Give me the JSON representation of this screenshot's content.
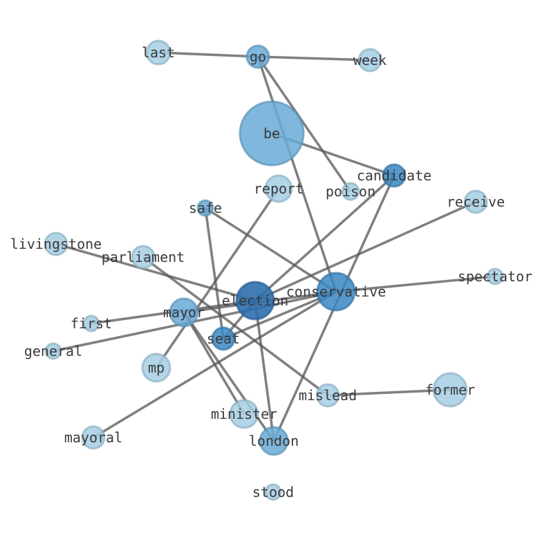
{
  "graph": {
    "nodes": [
      {
        "id": "last",
        "label": "last",
        "shade": "light",
        "weight": 1
      },
      {
        "id": "go",
        "label": "go",
        "shade": "mid",
        "weight": 1
      },
      {
        "id": "week",
        "label": "week",
        "shade": "light",
        "weight": 1
      },
      {
        "id": "be",
        "label": "be",
        "shade": "mid",
        "weight": 8
      },
      {
        "id": "candidate",
        "label": "candidate",
        "shade": "dark",
        "weight": 1
      },
      {
        "id": "report",
        "label": "report",
        "shade": "light",
        "weight": 2
      },
      {
        "id": "poison",
        "label": "poison",
        "shade": "light",
        "weight": 1
      },
      {
        "id": "safe",
        "label": "safe",
        "shade": "mid",
        "weight": 1
      },
      {
        "id": "receive",
        "label": "receive",
        "shade": "light",
        "weight": 1
      },
      {
        "id": "livingstone",
        "label": "livingstone",
        "shade": "light",
        "weight": 1
      },
      {
        "id": "parliament",
        "label": "parliament",
        "shade": "light",
        "weight": 1
      },
      {
        "id": "conservative",
        "label": "conservative",
        "shade": "dark",
        "weight": 4
      },
      {
        "id": "spectator",
        "label": "spectator",
        "shade": "light",
        "weight": 1
      },
      {
        "id": "election",
        "label": "election",
        "shade": "darkest",
        "weight": 4
      },
      {
        "id": "first",
        "label": "first",
        "shade": "light",
        "weight": 1
      },
      {
        "id": "mayor",
        "label": "mayor",
        "shade": "mid",
        "weight": 2
      },
      {
        "id": "seat",
        "label": "seat",
        "shade": "dark",
        "weight": 1
      },
      {
        "id": "general",
        "label": "general",
        "shade": "light",
        "weight": 1
      },
      {
        "id": "mp",
        "label": "mp",
        "shade": "light",
        "weight": 2
      },
      {
        "id": "mislead",
        "label": "mislead",
        "shade": "light",
        "weight": 1
      },
      {
        "id": "former",
        "label": "former",
        "shade": "light",
        "weight": 3
      },
      {
        "id": "minister",
        "label": "minister",
        "shade": "light",
        "weight": 2
      },
      {
        "id": "mayoral",
        "label": "mayoral",
        "shade": "light",
        "weight": 1
      },
      {
        "id": "london",
        "label": "london",
        "shade": "mid",
        "weight": 2
      },
      {
        "id": "stood",
        "label": "stood",
        "shade": "light",
        "weight": 1
      }
    ],
    "edges": [
      [
        "last",
        "go"
      ],
      [
        "go",
        "week"
      ],
      [
        "go",
        "poison"
      ],
      [
        "go",
        "conservative"
      ],
      [
        "be",
        "candidate"
      ],
      [
        "candidate",
        "election"
      ],
      [
        "candidate",
        "london"
      ],
      [
        "report",
        "mp"
      ],
      [
        "safe",
        "conservative"
      ],
      [
        "safe",
        "seat"
      ],
      [
        "receive",
        "election"
      ],
      [
        "livingstone",
        "election"
      ],
      [
        "parliament",
        "mislead"
      ],
      [
        "conservative",
        "spectator"
      ],
      [
        "conservative",
        "mayor"
      ],
      [
        "conservative",
        "general"
      ],
      [
        "conservative",
        "seat"
      ],
      [
        "conservative",
        "mayoral"
      ],
      [
        "election",
        "first"
      ],
      [
        "election",
        "london"
      ],
      [
        "election",
        "seat"
      ],
      [
        "mayor",
        "minister"
      ],
      [
        "mayor",
        "london"
      ],
      [
        "mislead",
        "former"
      ]
    ],
    "colors": {
      "light": "#a6cee4",
      "mid": "#6aaad6",
      "dark": "#3b87c3",
      "darkest": "#2d6fae",
      "edge": "#555555",
      "label": "#3a3a3a"
    }
  }
}
